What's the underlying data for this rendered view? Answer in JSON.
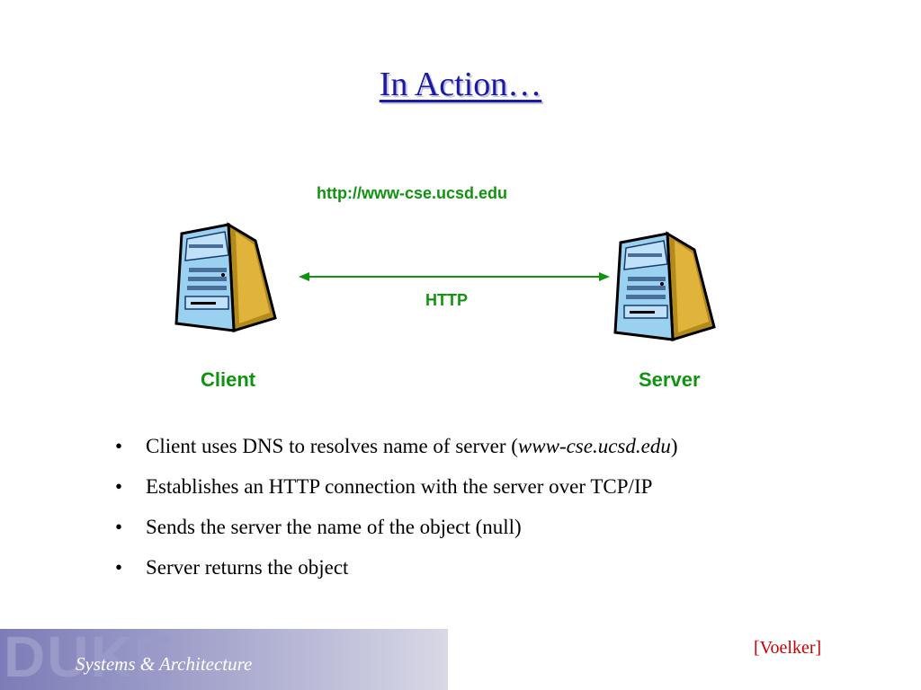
{
  "slide": {
    "title": "In Action…"
  },
  "diagram": {
    "url": "http://www-cse.ucsd.edu",
    "protocol_label": "HTTP",
    "client_label": "Client",
    "server_label": "Server",
    "line_color": "#109410",
    "client_icon": "server-tower-icon",
    "server_icon": "server-tower-icon"
  },
  "bullets": [
    {
      "text": "Client uses DNS to resolves name of server (",
      "italic": "www-cse.ucsd.edu",
      "after": ")"
    },
    {
      "text": "Establishes an HTTP connection with the server over TCP/IP"
    },
    {
      "text": "Sends the server the name of the object (null)"
    },
    {
      "text": "Server returns the object"
    }
  ],
  "footer": {
    "logo_text": "DUKE",
    "subtitle": "Systems & Architecture",
    "credit": "[Voelker]"
  }
}
